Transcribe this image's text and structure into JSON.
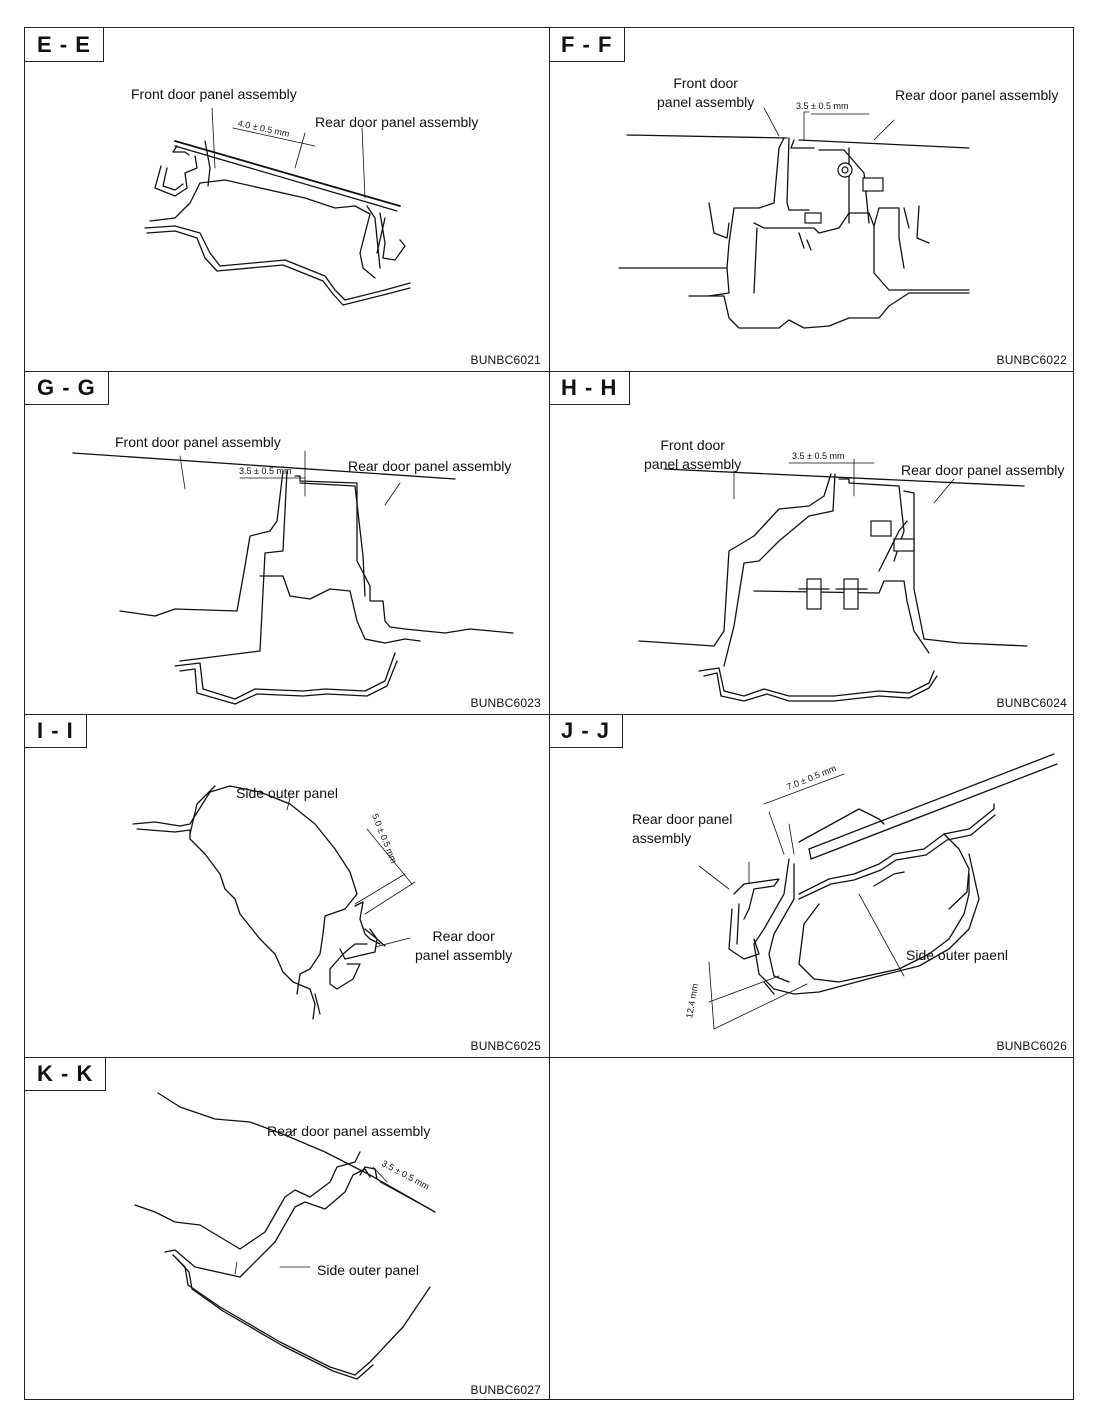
{
  "sections": [
    {
      "id": "E-E",
      "tag": "E - E",
      "code": "BUNBC6021",
      "labels": {
        "front": "Front door panel assembly",
        "rear": "Rear door panel assembly"
      },
      "dimension": "4.0 ± 0.5 mm"
    },
    {
      "id": "F-F",
      "tag": "F - F",
      "code": "BUNBC6022",
      "labels": {
        "front": "Front door\npanel assembly",
        "rear": "Rear door panel assembly"
      },
      "dimension": "3.5 ± 0.5 mm"
    },
    {
      "id": "G-G",
      "tag": "G - G",
      "code": "BUNBC6023",
      "labels": {
        "front": "Front door panel assembly",
        "rear": "Rear door panel assembly"
      },
      "dimension": "3.5 ± 0.5 mm"
    },
    {
      "id": "H-H",
      "tag": "H - H",
      "code": "BUNBC6024",
      "labels": {
        "front": "Front door\npanel assembly",
        "rear": "Rear door panel assembly"
      },
      "dimension": "3.5 ± 0.5 mm"
    },
    {
      "id": "I-I",
      "tag": "I - I",
      "code": "BUNBC6025",
      "labels": {
        "side": "Side outer panel",
        "rear": "Rear door\npanel assembly"
      },
      "dimension": "5.0 ± 0.5 mm"
    },
    {
      "id": "J-J",
      "tag": "J - J",
      "code": "BUNBC6026",
      "labels": {
        "rear": "Rear door panel\nassembly",
        "side": "Side outer paenl"
      },
      "dimension": "7.0 ± 0.5 mm",
      "dimension2": "12.4 mm"
    },
    {
      "id": "K-K",
      "tag": "K - K",
      "code": "BUNBC6027",
      "labels": {
        "rear": "Rear door panel assembly",
        "side": "Side outer panel"
      },
      "dimension": "3.5 ± 0.5 mm"
    }
  ]
}
